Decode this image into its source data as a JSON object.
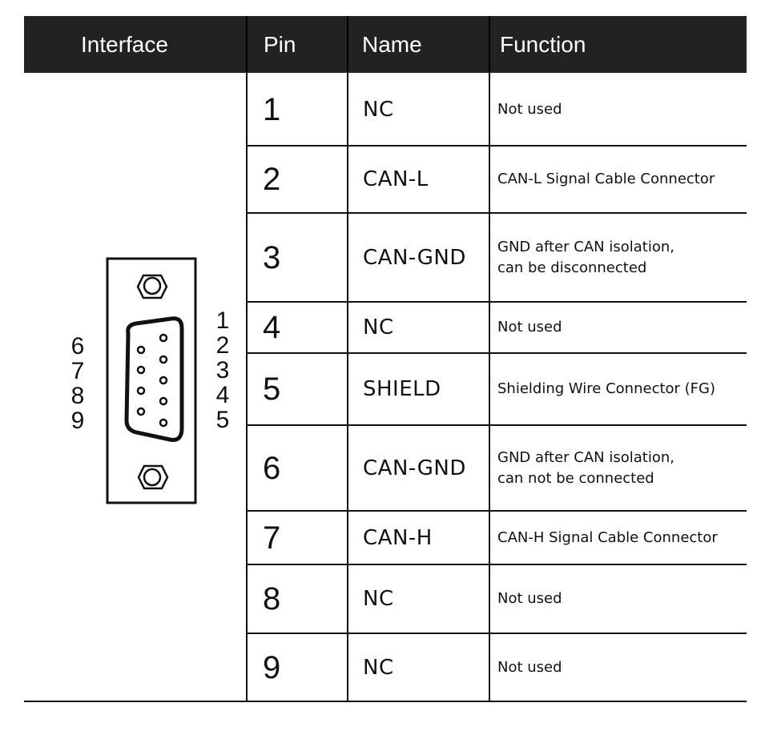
{
  "header": {
    "interface": "Interface",
    "pin": "Pin",
    "name": "Name",
    "function": "Function"
  },
  "connector": {
    "type": "DB9 connector",
    "left_labels": [
      "6",
      "7",
      "8",
      "9"
    ],
    "right_labels": [
      "1",
      "2",
      "3",
      "4",
      "5"
    ]
  },
  "rows": [
    {
      "pin": "1",
      "name": "NC",
      "function": [
        "Not used"
      ]
    },
    {
      "pin": "2",
      "name": "CAN-L",
      "function": [
        "CAN-L Signal Cable Connector"
      ]
    },
    {
      "pin": "3",
      "name": "CAN-GND",
      "function": [
        "GND after CAN isolation,",
        "can be disconnected"
      ]
    },
    {
      "pin": "4",
      "name": "NC",
      "function": [
        "Not used"
      ]
    },
    {
      "pin": "5",
      "name": "SHIELD",
      "function": [
        "Shielding Wire Connector (FG)"
      ]
    },
    {
      "pin": "6",
      "name": "CAN-GND",
      "function": [
        "GND after CAN isolation,",
        "can not be connected"
      ]
    },
    {
      "pin": "7",
      "name": "CAN-H",
      "function": [
        "CAN-H Signal Cable Connector"
      ]
    },
    {
      "pin": "8",
      "name": "NC",
      "function": [
        "Not used"
      ]
    },
    {
      "pin": "9",
      "name": "NC",
      "function": [
        "Not used"
      ]
    }
  ]
}
